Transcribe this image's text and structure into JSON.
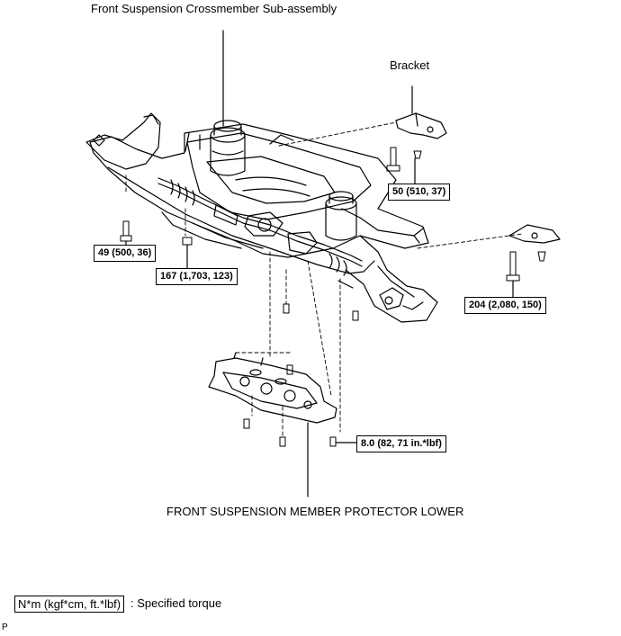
{
  "labels": {
    "crossmember": "Front Suspension Crossmember Sub-assembly",
    "bracket": "Bracket",
    "protector": "FRONT SUSPENSION MEMBER PROTECTOR LOWER"
  },
  "torques": {
    "t50": "50 (510, 37)",
    "t49": "49 (500, 36)",
    "t167": "167 (1,703, 123)",
    "t204": "204 (2,080, 150)",
    "t8": "8.0 (82, 71 in.*lbf)"
  },
  "legend": {
    "unit_box": "N*m (kgf*cm, ft.*lbf)",
    "text": ": Specified torque"
  },
  "footer": {
    "code": "P"
  }
}
